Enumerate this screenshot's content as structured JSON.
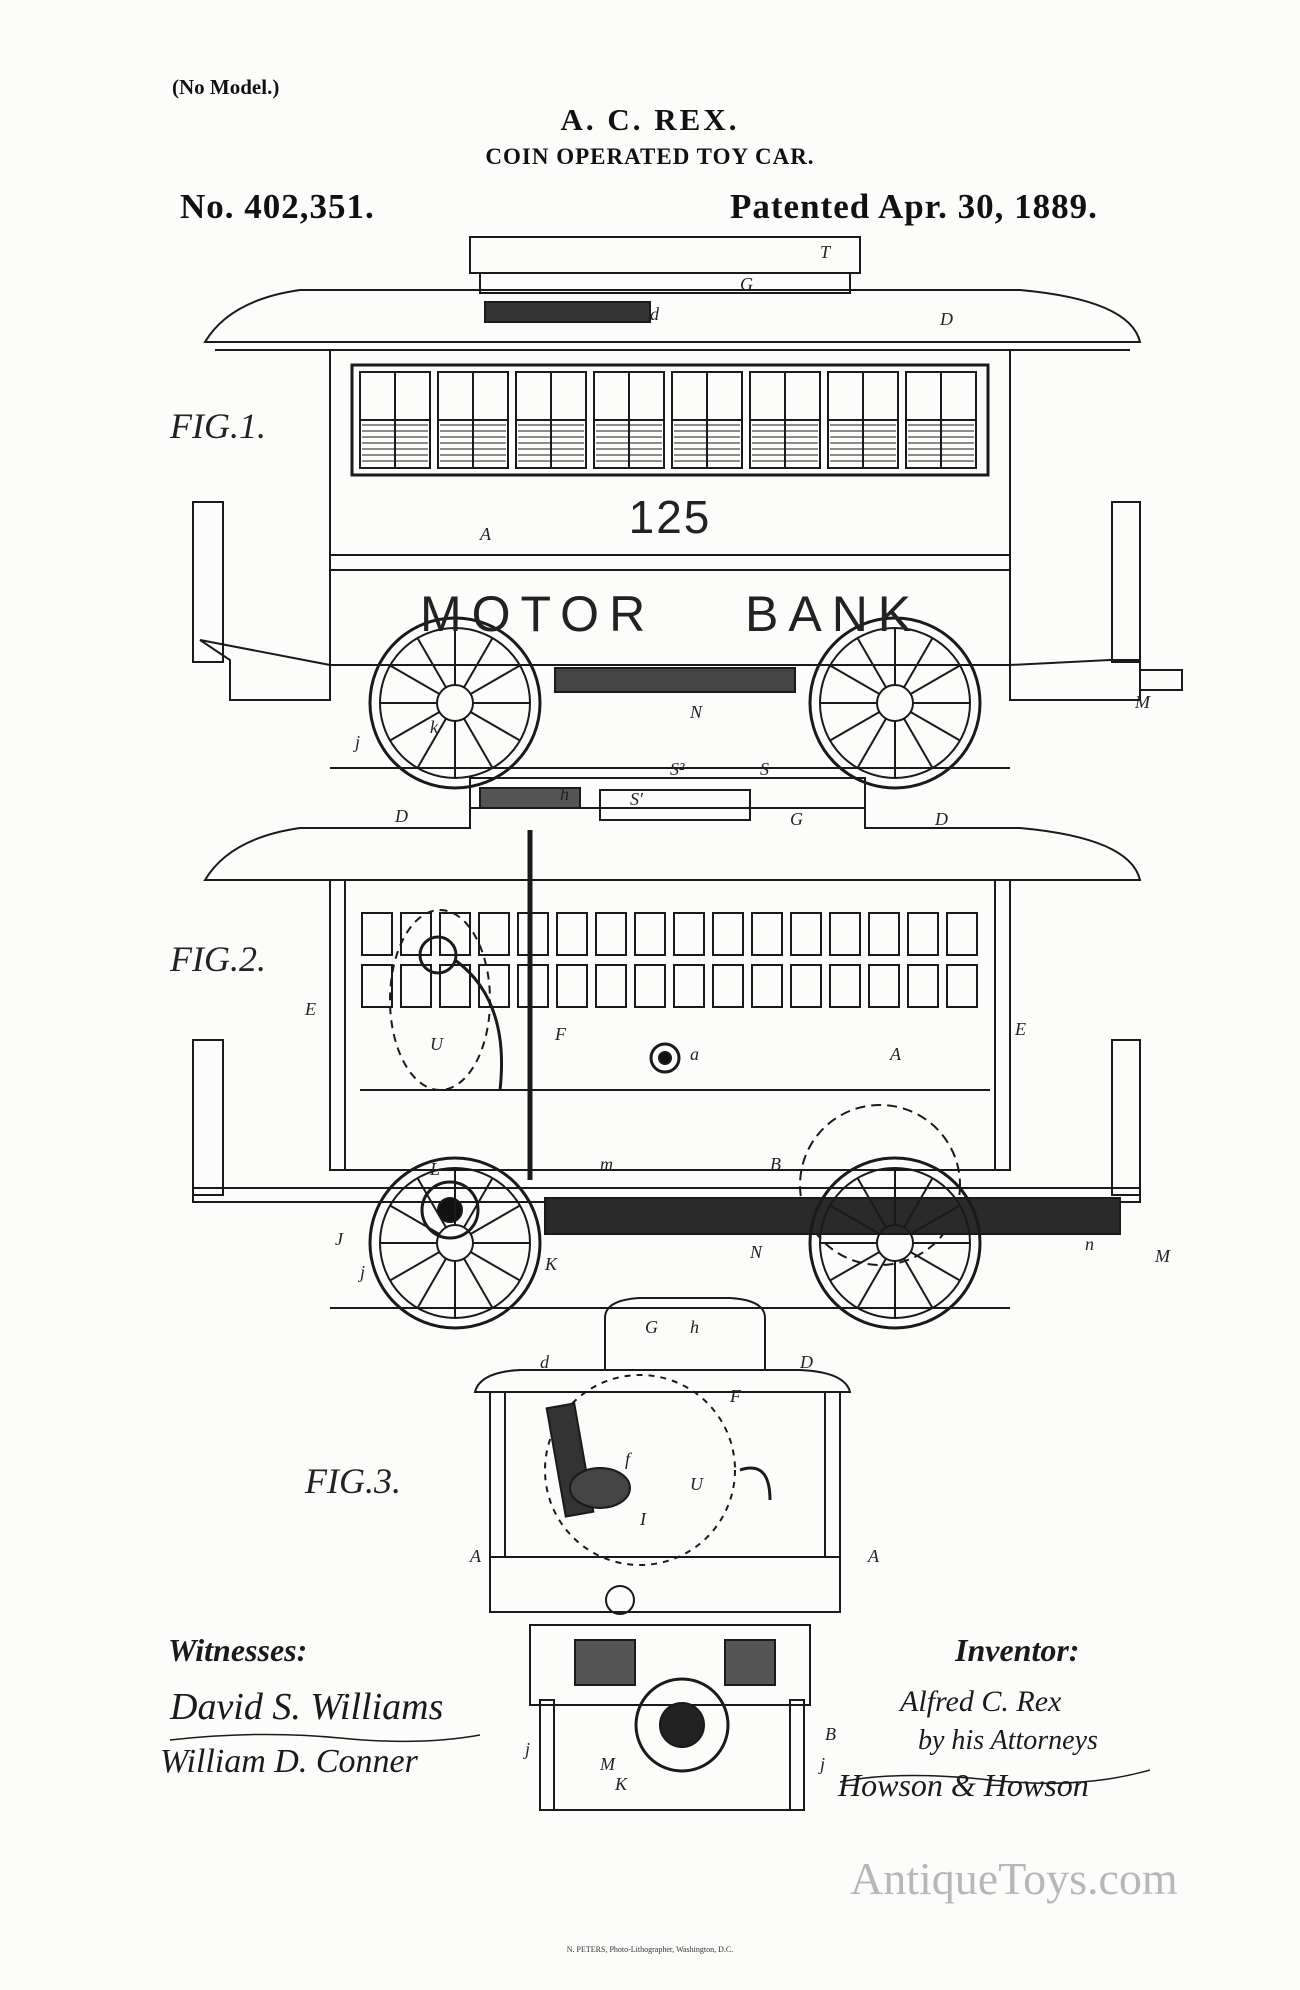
{
  "header": {
    "no_model": "(No Model.)",
    "inventor": "A. C. REX.",
    "title": "COIN OPERATED TOY CAR.",
    "patent_number": "No. 402,351.",
    "patented": "Patented Apr. 30, 1889."
  },
  "figures": {
    "fig1": {
      "label": "FIG.1.",
      "car_number": "125",
      "left_sign": "MOTOR",
      "right_sign": "BANK",
      "letters": [
        "T",
        "G",
        "d",
        "D",
        "A",
        "N",
        "M",
        "j",
        "k"
      ]
    },
    "fig2": {
      "label": "FIG.2.",
      "letters": [
        "h",
        "S²",
        "S",
        "S'",
        "G",
        "D",
        "D",
        "E",
        "E",
        "U",
        "F",
        "a",
        "A",
        "B",
        "L",
        "J",
        "j",
        "K",
        "N",
        "n",
        "M",
        "m"
      ]
    },
    "fig3": {
      "label": "FIG.3.",
      "letters": [
        "G",
        "h",
        "d",
        "D",
        "F",
        "U",
        "f",
        "I",
        "A",
        "A",
        "B",
        "K",
        "M",
        "j",
        "j"
      ]
    }
  },
  "signatures": {
    "witnesses_label": "Witnesses:",
    "witness_1": "David S. Williams",
    "witness_2": "William D. Conner",
    "inventor_label": "Inventor:",
    "inventor_signature": "Alfred C. Rex",
    "attorneys_line": "by his Attorneys",
    "attorneys_signature": "Howson & Howson"
  },
  "printer_credit": "N. PETERS, Photo-Lithographer, Washington, D.C.",
  "watermark": "AntiqueToys.com"
}
